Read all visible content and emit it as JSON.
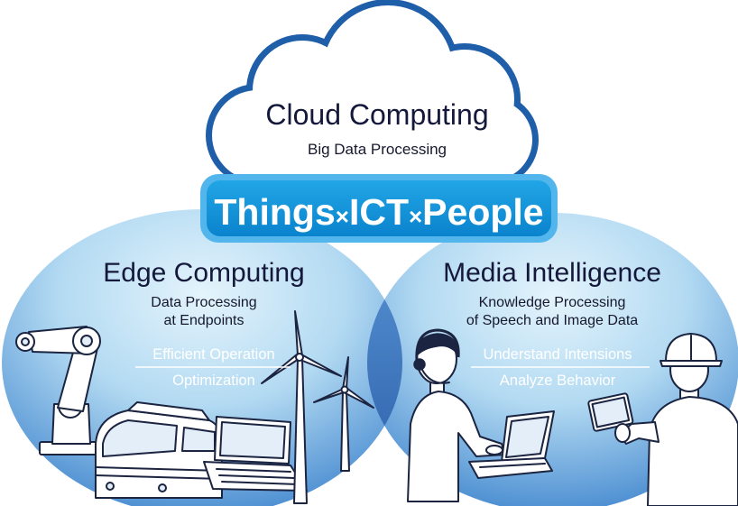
{
  "cloud": {
    "title": "Cloud Computing",
    "subtitle": "Big Data Processing"
  },
  "banner": {
    "things": "Things",
    "sep": "×",
    "ict": "ICT",
    "people": "People"
  },
  "edge": {
    "title": "Edge Computing",
    "desc_line1": "Data Processing",
    "desc_line2": "at Endpoints",
    "benefit1": "Efficient Operation",
    "benefit2": "Optimization"
  },
  "media": {
    "title": "Media Intelligence",
    "desc_line1": "Knowledge Processing",
    "desc_line2": "of Speech and Image Data",
    "benefit1": "Understand Intensions",
    "benefit2": "Analyze Behavior"
  },
  "illustrations": {
    "left": [
      "robot-arm-icon",
      "train-icon",
      "laptop-icon",
      "wind-turbine-icon",
      "wind-turbine-small-icon"
    ],
    "right": [
      "operator-headset-icon",
      "laptop-icon",
      "worker-hardhat-icon",
      "tablet-icon"
    ]
  },
  "colors": {
    "cloud_outline": "#1f5ea8",
    "banner_rim": "#52b6ec",
    "banner_fill": "#0f8fd8",
    "ellipse_light": "#e4f4fc",
    "ellipse_dark": "#4d8fd2",
    "overlap": "#2e6db5",
    "title_text": "#14183a",
    "benefit_text": "#ffffff"
  }
}
